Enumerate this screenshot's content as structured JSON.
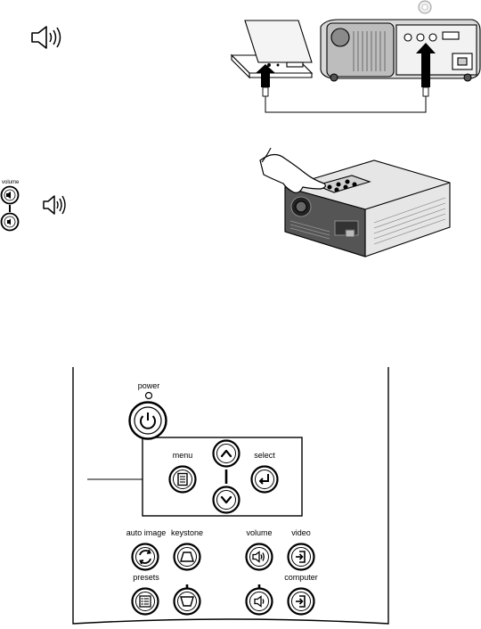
{
  "volume_adjust": {
    "small_label": "volume"
  },
  "keypad": {
    "labels": {
      "power": "power",
      "menu": "menu",
      "select": "select",
      "auto_image": "auto image",
      "keystone": "keystone",
      "volume": "volume",
      "video": "video",
      "presets": "presets",
      "computer": "computer"
    }
  },
  "icons": {
    "speaker": "speaker-icon",
    "power": "power-icon",
    "menu": "menu-icon",
    "up": "up-arrow-icon",
    "down": "down-arrow-icon",
    "select": "enter-icon",
    "auto_image": "auto-image-icon",
    "keystone": "keystone-icon",
    "volume_up": "volume-up-icon",
    "volume_down": "volume-down-icon",
    "video": "source-icon",
    "computer": "source-icon",
    "presets": "presets-icon"
  }
}
